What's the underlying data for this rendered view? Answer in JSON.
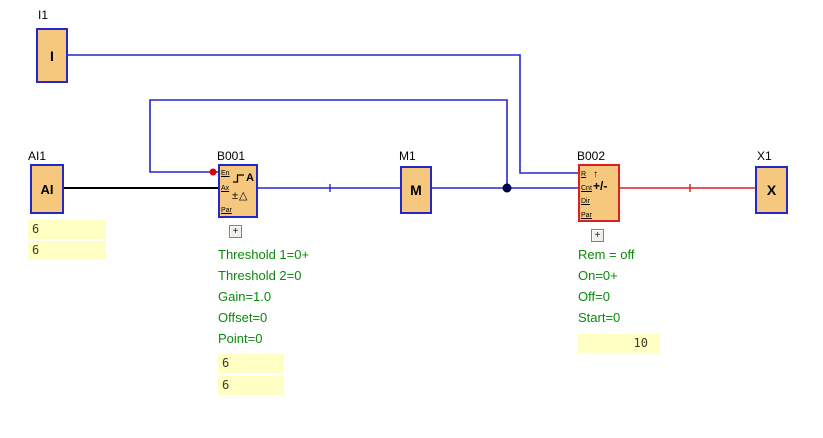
{
  "ui": {
    "expand_symbol": "+"
  },
  "colors": {
    "block_fill": "#F5C87E",
    "block_border_blue": "#2328C8",
    "block_border_red": "#DA2020",
    "wire_blue": "#2328C8",
    "wire_black": "#000000",
    "wire_red": "#D42222",
    "param_green": "#0B8A0B",
    "value_bg": "#FFFFC3"
  },
  "blocks": {
    "i1": {
      "label": "I1",
      "letter": "I"
    },
    "ai1": {
      "label": "AI1",
      "letter": "AI",
      "values": [
        "6",
        "6"
      ]
    },
    "b001": {
      "label": "B001",
      "pins": [
        "En",
        "Ax",
        "Par"
      ],
      "symbol_letter": "A",
      "symbol_secondary": "±△",
      "params": [
        "Threshold 1=0+",
        "Threshold 2=0",
        "Gain=1.0",
        "Offset=0",
        "Point=0"
      ],
      "values": [
        "6",
        "6"
      ]
    },
    "m1": {
      "label": "M1",
      "letter": "M"
    },
    "b002": {
      "label": "B002",
      "pins": [
        "R",
        "Cnt",
        "Dir",
        "Par"
      ],
      "symbol_arrow": "↑",
      "symbol_text": "+/-",
      "params": [
        "Rem = off",
        "On=0+",
        "Off=0",
        "Start=0"
      ],
      "values": [
        "10"
      ]
    },
    "x1": {
      "label": "X1",
      "letter": "X"
    }
  }
}
